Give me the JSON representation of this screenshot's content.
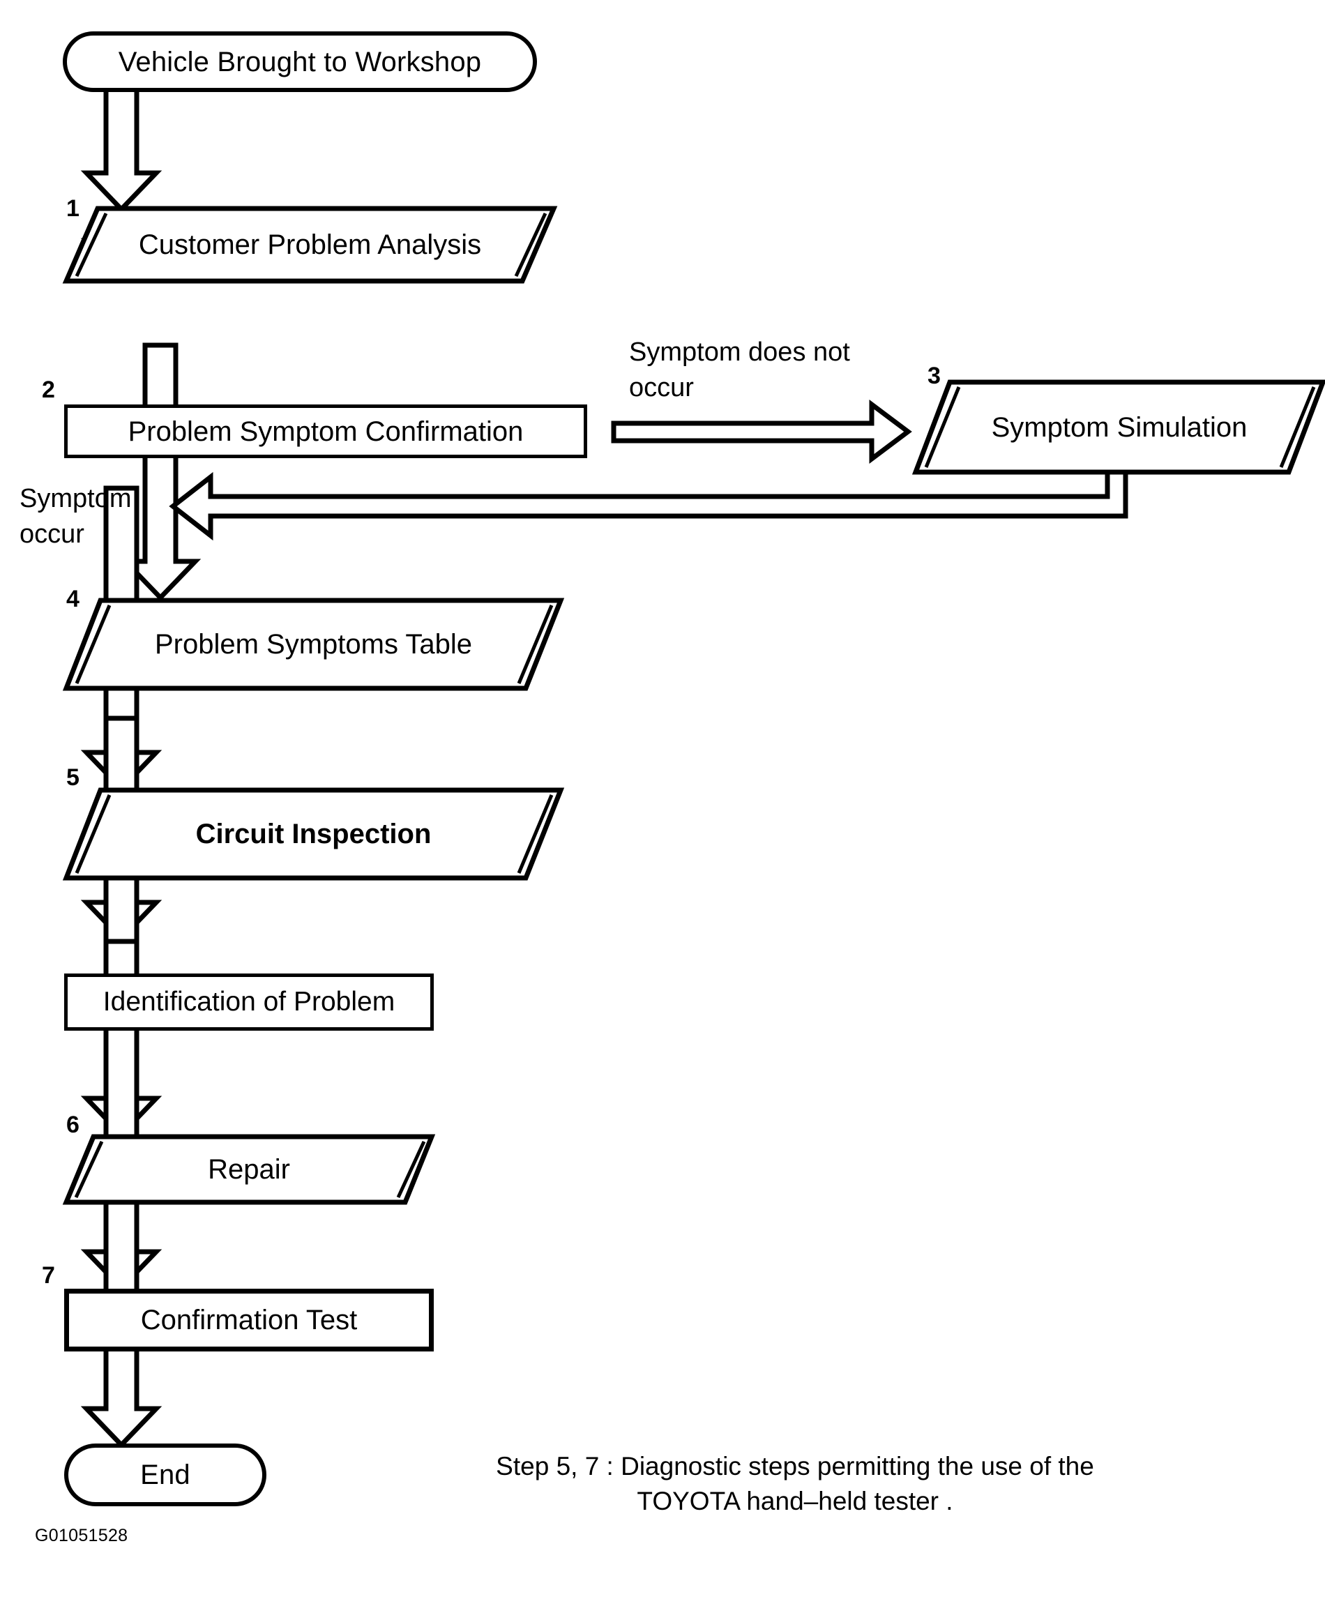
{
  "diagram": {
    "title": "Diagnostic Procedure Flowchart",
    "figure_id": "G01051528",
    "accent_color": "#000000",
    "background_color": "#ffffff"
  },
  "nodes": {
    "start": {
      "label": "Vehicle Brought to Workshop",
      "shape": "terminator",
      "step": ""
    },
    "customer_problem_analysis": {
      "label": "Customer Problem Analysis",
      "shape": "parallelogram",
      "step": "1"
    },
    "problem_symptom_confirmation": {
      "label": "Problem Symptom Confirmation",
      "shape": "rectangle",
      "step": "2"
    },
    "symptom_simulation": {
      "label": "Symptom Simulation",
      "shape": "parallelogram",
      "step": "3"
    },
    "problem_symptoms_table": {
      "label": "Problem Symptoms Table",
      "shape": "parallelogram",
      "step": "4"
    },
    "circuit_inspection": {
      "label": "Circuit Inspection",
      "shape": "parallelogram",
      "step": "5",
      "bold": true
    },
    "identification_of_problem": {
      "label": "Identification of Problem",
      "shape": "rectangle",
      "step": ""
    },
    "repair": {
      "label": "Repair",
      "shape": "parallelogram",
      "step": "6"
    },
    "confirmation_test": {
      "label": "Confirmation Test",
      "shape": "rectangle",
      "step": "7"
    },
    "end": {
      "label": "End",
      "shape": "terminator",
      "step": ""
    }
  },
  "edge_labels": {
    "symptom_does_not_occur": "Symptom does not\noccur",
    "symptom_occur": "Symptom\noccur"
  },
  "footnote": {
    "text": "Step 5, 7 : Diagnostic steps permitting the use of the\nTOYOTA hand–held tester ."
  }
}
